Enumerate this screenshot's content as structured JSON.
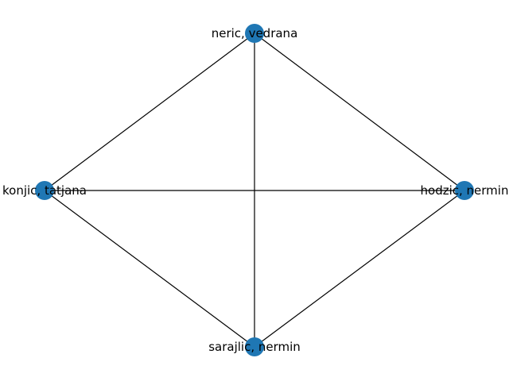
{
  "graph": {
    "colors": {
      "node": "#1f77b4",
      "edge": "#000000",
      "background": "#ffffff"
    },
    "nodes": [
      {
        "id": "neric",
        "label": "neric, vedrana"
      },
      {
        "id": "konjic",
        "label": "konjic, tatjana"
      },
      {
        "id": "hodzic",
        "label": "hodzic, nermin"
      },
      {
        "id": "sarajlic",
        "label": "sarajlic, nermin"
      }
    ],
    "edges": [
      [
        "neric",
        "konjic"
      ],
      [
        "neric",
        "hodzic"
      ],
      [
        "neric",
        "sarajlic"
      ],
      [
        "konjic",
        "hodzic"
      ],
      [
        "konjic",
        "sarajlic"
      ],
      [
        "hodzic",
        "sarajlic"
      ]
    ]
  }
}
